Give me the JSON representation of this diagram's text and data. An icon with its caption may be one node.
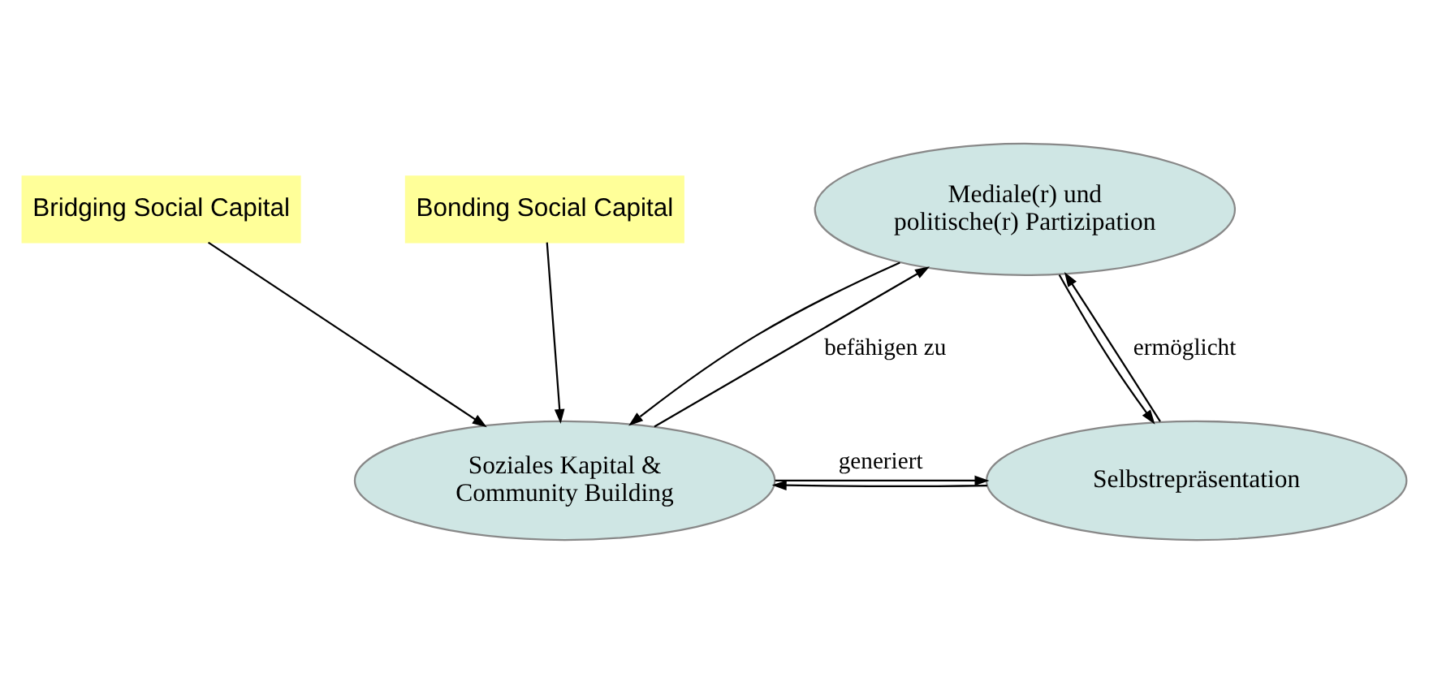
{
  "diagram": {
    "nodes": [
      {
        "text": [
          "Mediale(r) und politische(r) Partizipation"
        ]
      },
      {
        "text": [
          "Soziales Kapital & Community Building"
        ]
      },
      {
        "text": [
          "Selbstrepräsentation"
        ]
      },
      {
        "text": [
          "Bridging Social Capital"
        ]
      },
      {
        "text": [
          "Bonding Social Capital"
        ]
      }
    ],
    "edges": [
      {
        "from": 1,
        "to": 0,
        "arrow": "to",
        "label": "befähigen zu"
      },
      {
        "from": 0,
        "to": 1,
        "arrow": "to"
      },
      {
        "from": 0,
        "to": 2,
        "arrow": "to"
      },
      {
        "from": 2,
        "to": 0,
        "arrow": "to",
        "label": "ermöglicht"
      },
      {
        "from": 2,
        "to": 1,
        "arrow": "to"
      },
      {
        "from": 1,
        "to": 2,
        "arrow": "to",
        "label": "generiert"
      },
      {
        "from": 3,
        "to": 1,
        "arrow": "to"
      },
      {
        "from": 4,
        "to": 1,
        "arrow": "to"
      }
    ]
  }
}
